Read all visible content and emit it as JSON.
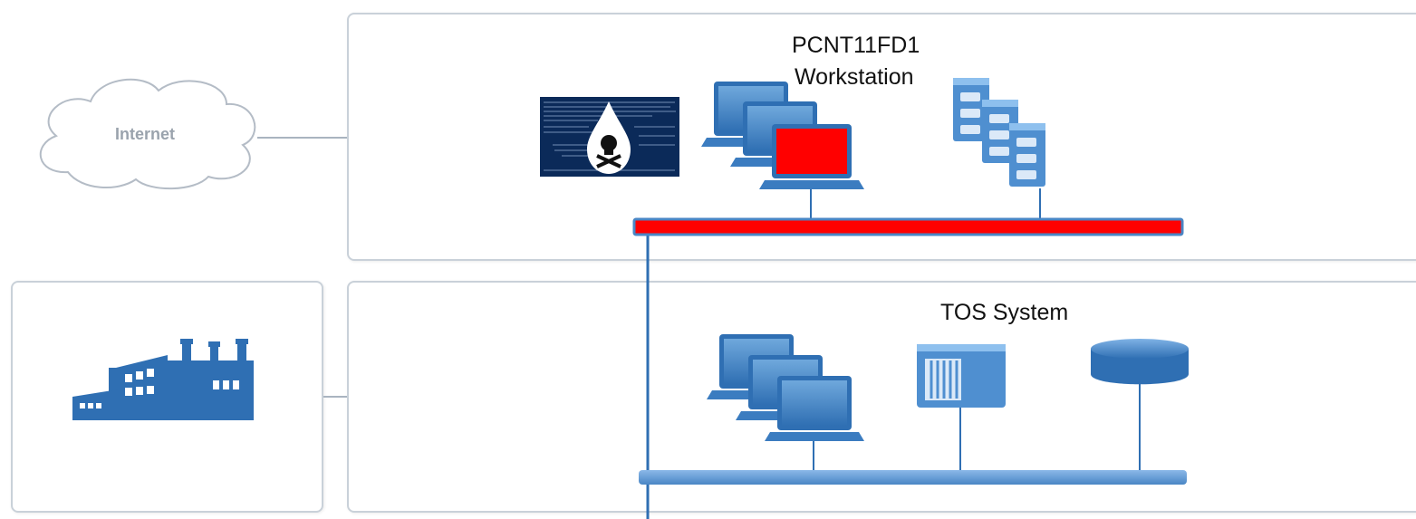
{
  "internet": {
    "label": "Internet"
  },
  "it_zone": {
    "workstation_name": "PCNT11FD1",
    "workstation_type": "Workstation",
    "compromised_color": "#ff0000",
    "malware_icon": "powershell-poison-drop-icon"
  },
  "ot_zone": {
    "system_label": "TOS System",
    "facility_icon": "factory-icon"
  },
  "colors": {
    "icon_blue": "#2f6fb3",
    "bus_blue": "#5b9bd5",
    "line_gray": "#a9b4c0",
    "alert_red": "#ff0000",
    "terminal_bg": "#0b2a59"
  }
}
